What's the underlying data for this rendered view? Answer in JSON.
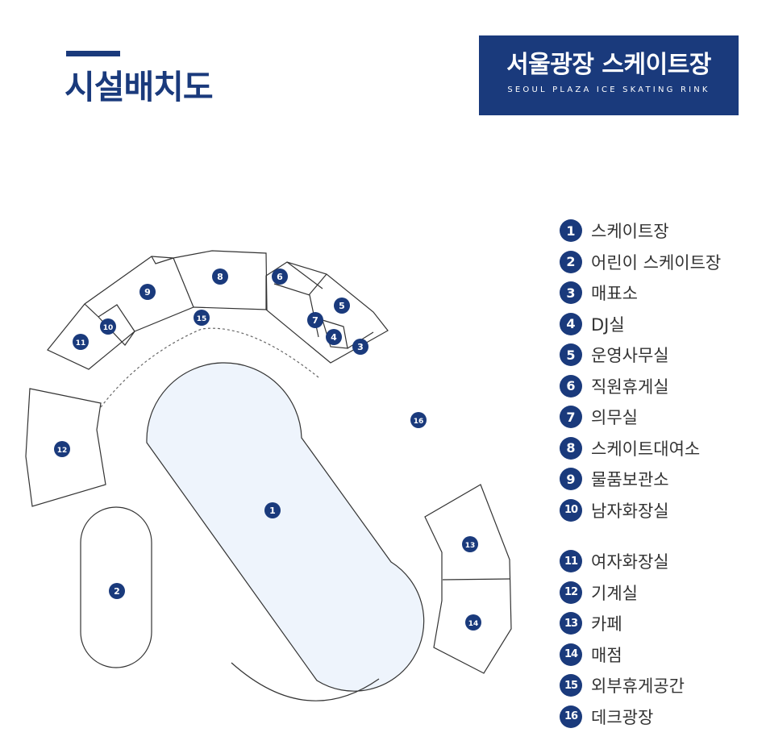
{
  "header": {
    "title": "시설배치도"
  },
  "logo": {
    "name_ko": "서울광장 스케이트장",
    "name_en": "SEOUL PLAZA ICE SKATING RINK"
  },
  "colors": {
    "primary": "#1a3a7c",
    "rink_fill": "#eef4fc",
    "line": "#333333"
  },
  "legend": [
    {
      "num": "1",
      "label": "스케이트장"
    },
    {
      "num": "2",
      "label": "어린이 스케이트장"
    },
    {
      "num": "3",
      "label": "매표소"
    },
    {
      "num": "4",
      "label": "DJ실"
    },
    {
      "num": "5",
      "label": "운영사무실"
    },
    {
      "num": "6",
      "label": "직원휴게실"
    },
    {
      "num": "7",
      "label": "의무실"
    },
    {
      "num": "8",
      "label": "스케이트대여소"
    },
    {
      "num": "9",
      "label": "물품보관소"
    },
    {
      "num": "10",
      "label": "남자화장실"
    },
    {
      "num": "11",
      "label": "여자화장실"
    },
    {
      "num": "12",
      "label": "기계실"
    },
    {
      "num": "13",
      "label": "카페"
    },
    {
      "num": "14",
      "label": "매점"
    },
    {
      "num": "15",
      "label": "외부휴게공간"
    },
    {
      "num": "16",
      "label": "데크광장"
    }
  ],
  "map": {
    "markers": [
      "1",
      "2",
      "3",
      "4",
      "5",
      "6",
      "7",
      "8",
      "9",
      "10",
      "11",
      "12",
      "13",
      "14",
      "15",
      "16"
    ]
  }
}
